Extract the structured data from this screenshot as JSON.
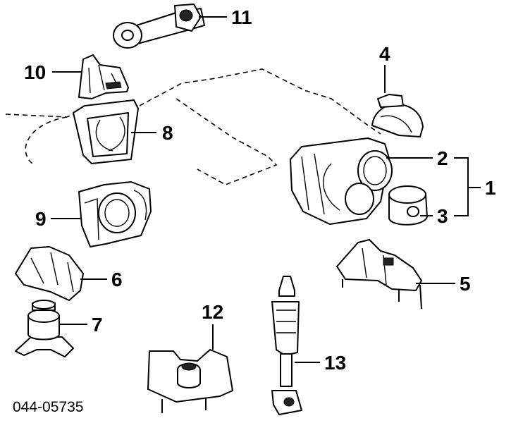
{
  "diagram": {
    "code": "044-05735",
    "labels": {
      "p1": "1",
      "p2": "2",
      "p3": "3",
      "p4": "4",
      "p5": "5",
      "p6": "6",
      "p7": "7",
      "p8": "8",
      "p9": "9",
      "p10": "10",
      "p11": "11",
      "p12": "12",
      "p13": "13"
    }
  }
}
